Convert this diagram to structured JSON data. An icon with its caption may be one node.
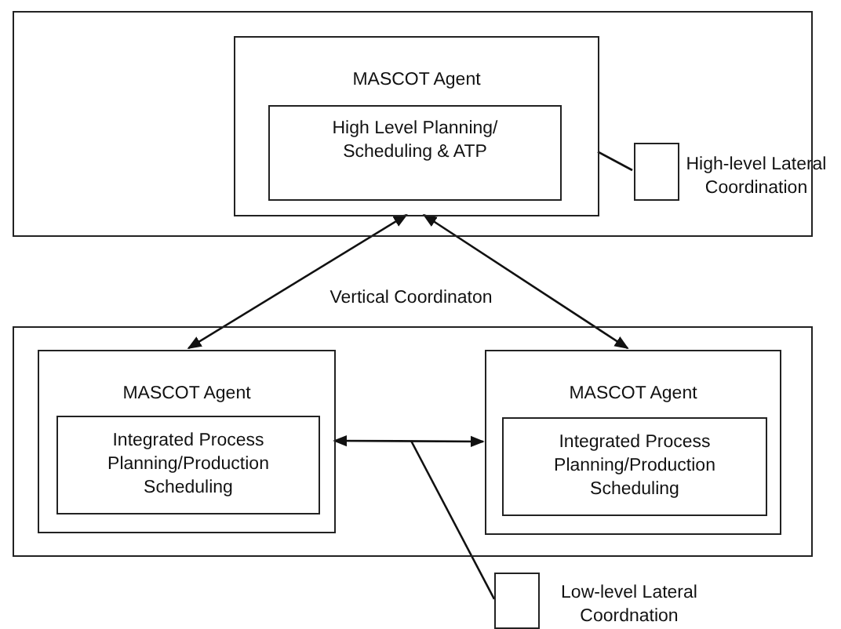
{
  "diagram": {
    "nodes": [
      {
        "text": [],
        "shape": "box"
      },
      {
        "text": [
          "MASCOT Agent"
        ],
        "in": 0
      },
      {
        "text": [
          "High Level Planning/ Scheduling & ATP"
        ],
        "in": 1
      },
      {
        "text": [],
        "shape": "box",
        "beside": [
          "High-level Lateral Coordination"
        ],
        "in": 0
      },
      {
        "text": [],
        "shape": "box"
      },
      {
        "text": [
          "MASCOT Agent"
        ],
        "in": 4
      },
      {
        "text": [
          "Integrated Process Planning/Production Scheduling"
        ],
        "in": 5
      },
      {
        "text": [
          "MASCOT Agent"
        ],
        "in": 4
      },
      {
        "text": [
          "Integrated Process Planning/Production Scheduling"
        ],
        "in": 7
      },
      {
        "text": [],
        "shape": "box",
        "beside": [
          "Low-level Lateral Coordnation"
        ]
      }
    ],
    "edges": [
      {
        "from": 1,
        "to": 3,
        "arrow": "none"
      },
      {
        "from": 1,
        "to": 5,
        "arrow": "both"
      },
      {
        "from": 1,
        "to": 7,
        "arrow": "both"
      },
      {
        "from": 5,
        "to": 7,
        "arrow": "both"
      },
      {
        "from": 9,
        "to": null,
        "arrow": "none"
      }
    ],
    "labels": [
      "Vertical Coordinaton"
    ]
  }
}
